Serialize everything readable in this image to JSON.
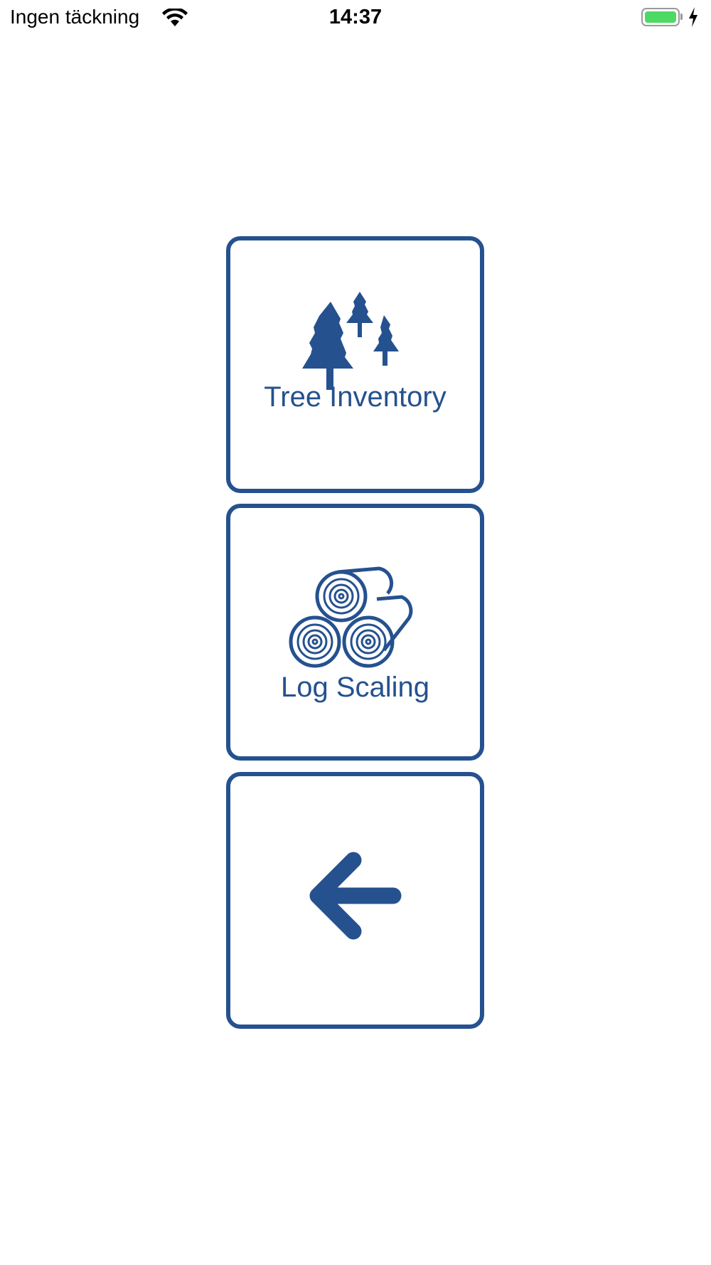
{
  "status_bar": {
    "carrier": "Ingen täckning",
    "time": "14:37",
    "wifi_icon": "wifi-icon",
    "battery_icon": "battery-charging-icon",
    "battery_color": "#4cd964"
  },
  "menu": {
    "accent_color": "#25518f",
    "tiles": [
      {
        "label": "Tree Inventory",
        "icon": "trees-icon"
      },
      {
        "label": "Log Scaling",
        "icon": "logs-icon"
      },
      {
        "label": "",
        "icon": "arrow-left-icon"
      }
    ]
  }
}
